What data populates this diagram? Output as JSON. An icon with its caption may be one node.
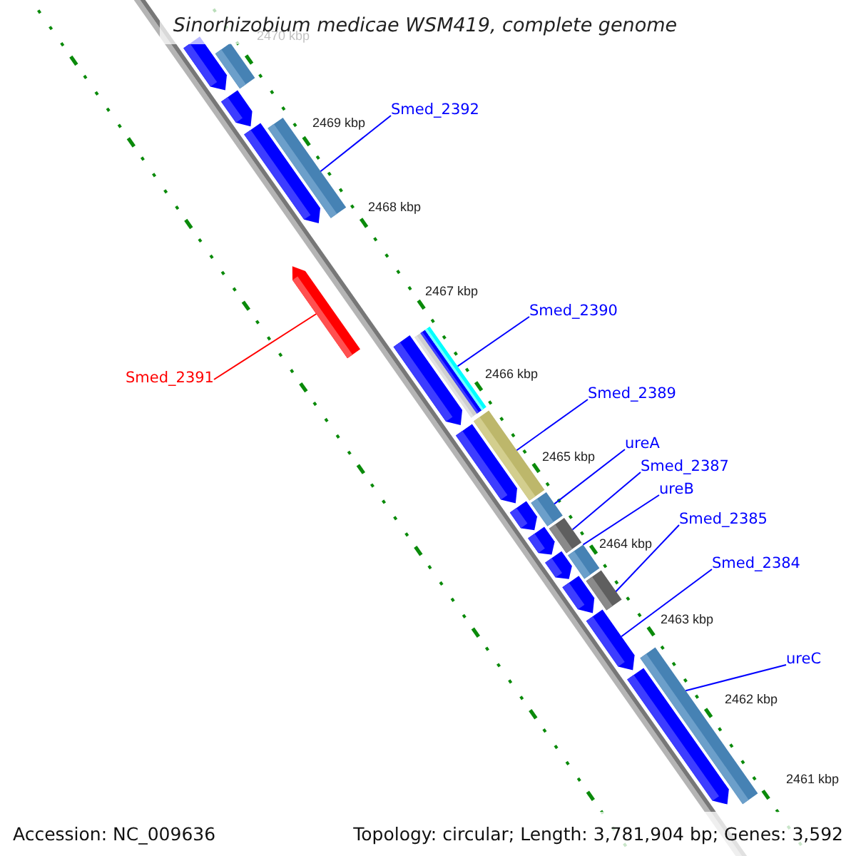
{
  "diagram": {
    "title": "Sinorhizobium medicae WSM419, complete genome",
    "nodes": [
      {
        "text": [
          "Smed_2392"
        ]
      },
      {
        "text": [
          "Smed_2390"
        ]
      },
      {
        "text": [
          "Smed_2391"
        ]
      },
      {
        "text": [
          "Smed_2389"
        ]
      },
      {
        "text": [
          "ureA"
        ]
      },
      {
        "text": [
          "Smed_2387"
        ]
      },
      {
        "text": [
          "ureB"
        ]
      },
      {
        "text": [
          "Smed_2385"
        ]
      },
      {
        "text": [
          "Smed_2384"
        ]
      },
      {
        "text": [
          "ureC"
        ]
      },
      {
        "text": [],
        "shape": "bar"
      },
      {
        "text": [],
        "shape": "bar"
      },
      {
        "text": [],
        "shape": "bar"
      },
      {
        "text": [],
        "shape": "bar"
      },
      {
        "text": [],
        "shape": "bar"
      },
      {
        "text": [],
        "shape": "bar"
      },
      {
        "text": [],
        "shape": "bar"
      },
      {
        "text": [],
        "shape": "bar"
      },
      {
        "text": [],
        "shape": "bar"
      },
      {
        "text": [],
        "shape": "bar"
      },
      {
        "text": [],
        "shape": "bar"
      },
      {
        "text": [],
        "shape": "bar"
      },
      {
        "text": [],
        "shape": "bar"
      },
      {
        "text": [],
        "shape": "bar"
      },
      {
        "text": [],
        "shape": "bar"
      },
      {
        "text": [],
        "shape": "bar"
      },
      {
        "text": [],
        "shape": "bar"
      },
      {
        "text": [],
        "shape": "bar"
      },
      {
        "text": [],
        "shape": "bar"
      },
      {
        "text": [],
        "shape": "bar"
      },
      {
        "text": [],
        "shape": "bar"
      },
      {
        "text": [],
        "shape": "bar"
      },
      {
        "text": [],
        "shape": "bar"
      }
    ],
    "edges": [
      {
        "from": 0,
        "to": 14,
        "arrow": "none"
      },
      {
        "from": 1,
        "to": 19,
        "arrow": "none"
      },
      {
        "from": 2,
        "to": 15,
        "arrow": "none",
        "color": "#ff0000"
      },
      {
        "from": 3,
        "to": 20,
        "arrow": "none"
      },
      {
        "from": 4,
        "to": 23,
        "arrow": "none"
      },
      {
        "from": 5,
        "to": 25,
        "arrow": "none"
      },
      {
        "from": 6,
        "to": 27,
        "arrow": "none"
      },
      {
        "from": 7,
        "to": 29,
        "arrow": "none"
      },
      {
        "from": 8,
        "to": 30,
        "arrow": "none"
      },
      {
        "from": 9,
        "to": 31,
        "arrow": "none"
      }
    ],
    "labels": [
      "2470 kbp",
      "2469 kbp",
      "2468 kbp",
      "2467 kbp",
      "2466 kbp",
      "2465 kbp",
      "2464 kbp",
      "2463 kbp",
      "2462 kbp",
      "2461 kbp",
      "Accession: NC_009636",
      "Topology: circular; Length: 3,781,904 bp; Genes: 3,592"
    ]
  }
}
